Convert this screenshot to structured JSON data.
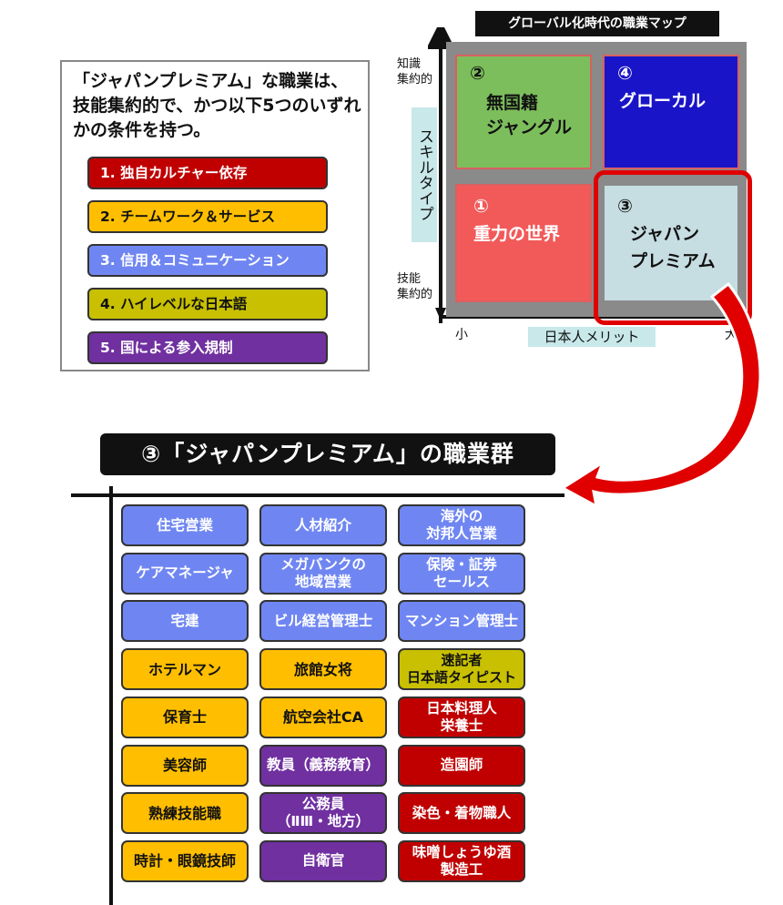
{
  "conditions": {
    "intro": "「ジャパンプレミアム」な職業は、技能集約的で、かつ以下5つのいずれかの条件を持つ。",
    "items": [
      {
        "label": "1. 独自カルチャー依存",
        "color": "#c00000",
        "text_color": "#ffffff"
      },
      {
        "label": "2. チームワーク＆サービス",
        "color": "#ffbf00",
        "text_color": "#111111"
      },
      {
        "label": "3. 信用＆コミュニケーション",
        "color": "#6f86f2",
        "text_color": "#ffffff"
      },
      {
        "label": "4. ハイレベルな日本語",
        "color": "#c8c000",
        "text_color": "#111111"
      },
      {
        "label": "5. 国による参入規制",
        "color": "#7030a0",
        "text_color": "#ffffff"
      }
    ]
  },
  "map": {
    "title": "グローバル化時代の職業マップ",
    "y_axis_label": "スキルタイプ",
    "y_top_label": "知識\n集約的",
    "y_bottom_label": "技能\n集約的",
    "x_axis_label": "日本人メリット",
    "x_left_label": "小",
    "x_right_label": "大",
    "quadrants": [
      {
        "num": "②",
        "label": "無国籍\nジャングル",
        "color": "#7cbe5c"
      },
      {
        "num": "④",
        "label": "グローカル",
        "color": "#1a14c8"
      },
      {
        "num": "①",
        "label": "重力の世界",
        "color": "#f25a5a"
      },
      {
        "num": "③",
        "label": "ジャパン\nプレミアム",
        "color": "#c6dde2"
      }
    ]
  },
  "jobs": {
    "title": "③「ジャパンプレミアム」の職業群",
    "rows": [
      [
        {
          "label": "住宅営業",
          "category": "blue"
        },
        {
          "label": "人材紹介",
          "category": "blue"
        },
        {
          "label": "海外の\n対邦人営業",
          "category": "blue"
        }
      ],
      [
        {
          "label": "ケアマネージャ",
          "category": "blue"
        },
        {
          "label": "メガバンクの\n地域営業",
          "category": "blue"
        },
        {
          "label": "保険・証券\nセールス",
          "category": "blue"
        }
      ],
      [
        {
          "label": "宅建",
          "category": "blue"
        },
        {
          "label": "ビル経営管理士",
          "category": "blue"
        },
        {
          "label": "マンション管理士",
          "category": "blue"
        }
      ],
      [
        {
          "label": "ホテルマン",
          "category": "orange"
        },
        {
          "label": "旅館女将",
          "category": "orange"
        },
        {
          "label": "速記者\n日本語タイピスト",
          "category": "olive"
        }
      ],
      [
        {
          "label": "保育士",
          "category": "orange"
        },
        {
          "label": "航空会社CA",
          "category": "orange"
        },
        {
          "label": "日本料理人\n栄養士",
          "category": "red"
        }
      ],
      [
        {
          "label": "美容師",
          "category": "orange"
        },
        {
          "label": "教員（義務教育）",
          "category": "purple"
        },
        {
          "label": "造園師",
          "category": "red"
        }
      ],
      [
        {
          "label": "熟練技能職",
          "category": "orange"
        },
        {
          "label": "公務員\n（ⅡⅢ・地方）",
          "category": "purple"
        },
        {
          "label": "染色・着物職人",
          "category": "red"
        }
      ],
      [
        {
          "label": "時計・眼鏡技師",
          "category": "orange"
        },
        {
          "label": "自衛官",
          "category": "purple"
        },
        {
          "label": "味噌しょうゆ酒\n製造工",
          "category": "red"
        }
      ]
    ]
  }
}
